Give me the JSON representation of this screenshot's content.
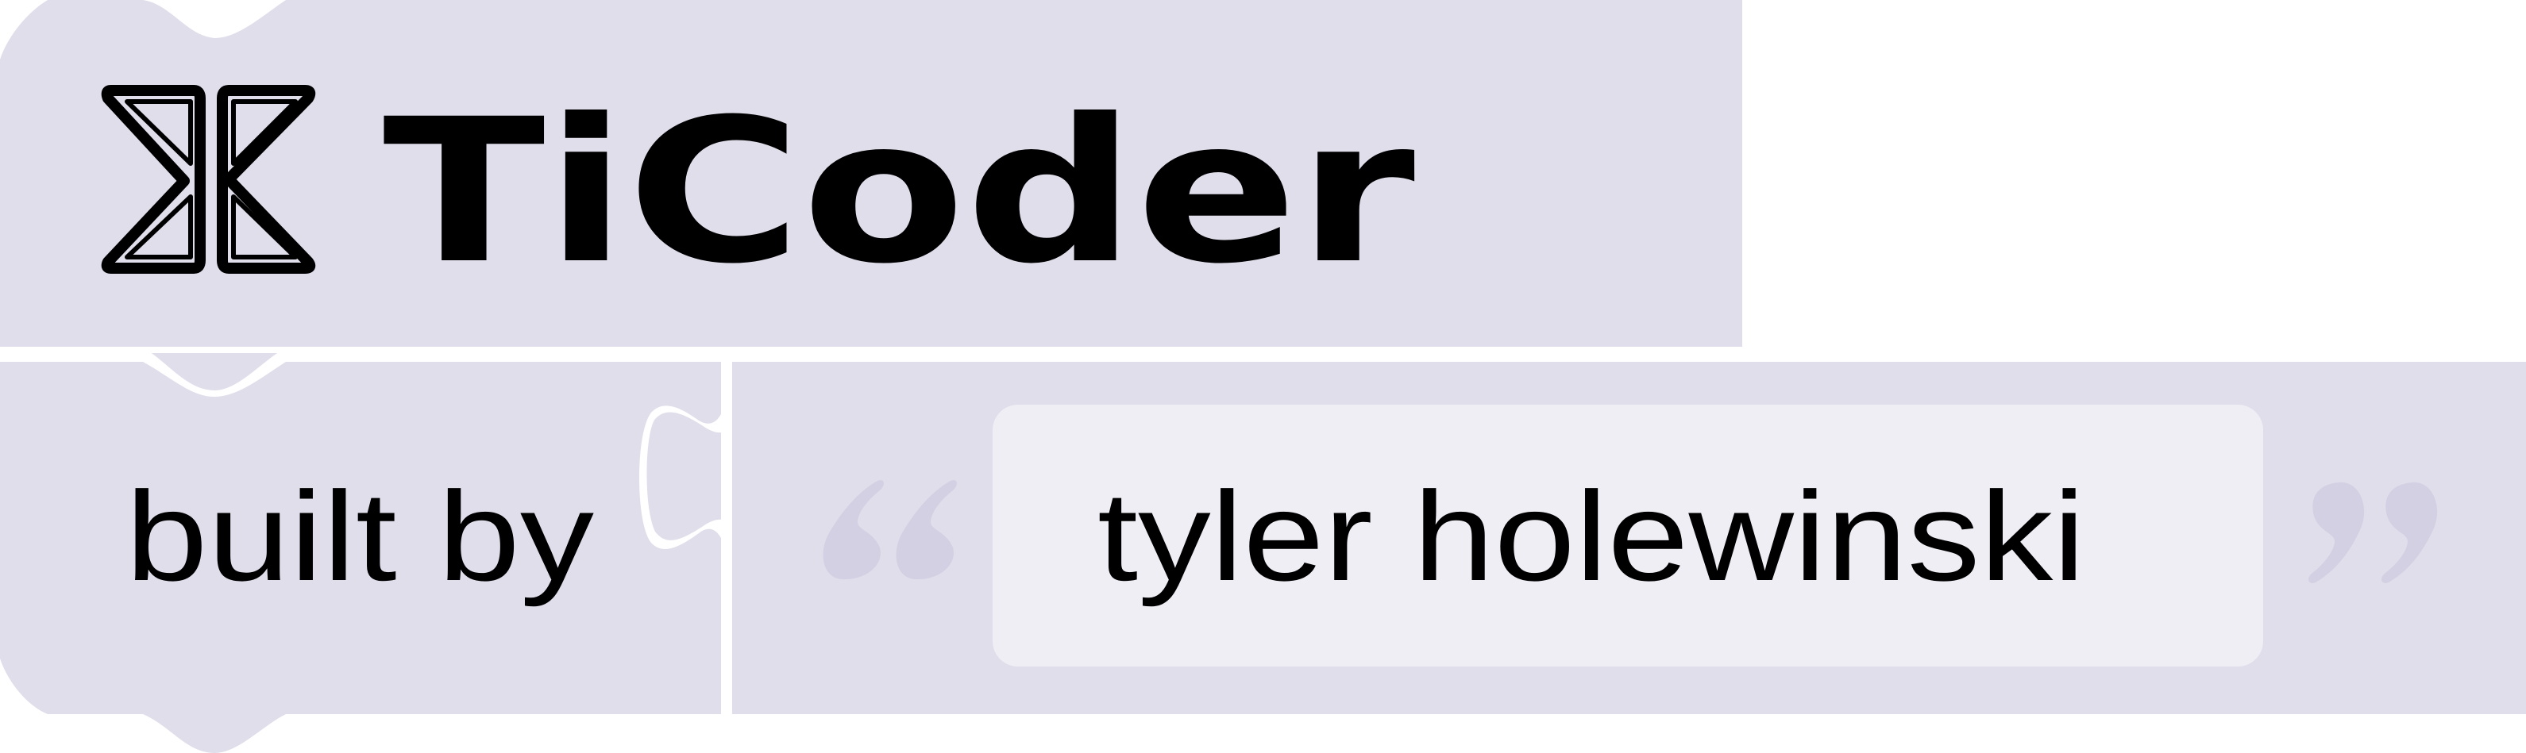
{
  "header_block": {
    "title": "TiCoder",
    "logo_icon": "ticoder-logo-icon"
  },
  "credit_block": {
    "label": "built by",
    "name": "tyler holewinski",
    "open_quote": "“",
    "close_quote": "”"
  },
  "colors": {
    "block_fill": "#e0deeb",
    "field_fill": "#efeef5",
    "quote_fill": "#d3d0e4",
    "text": "#000000",
    "outline": "#ffffff"
  }
}
